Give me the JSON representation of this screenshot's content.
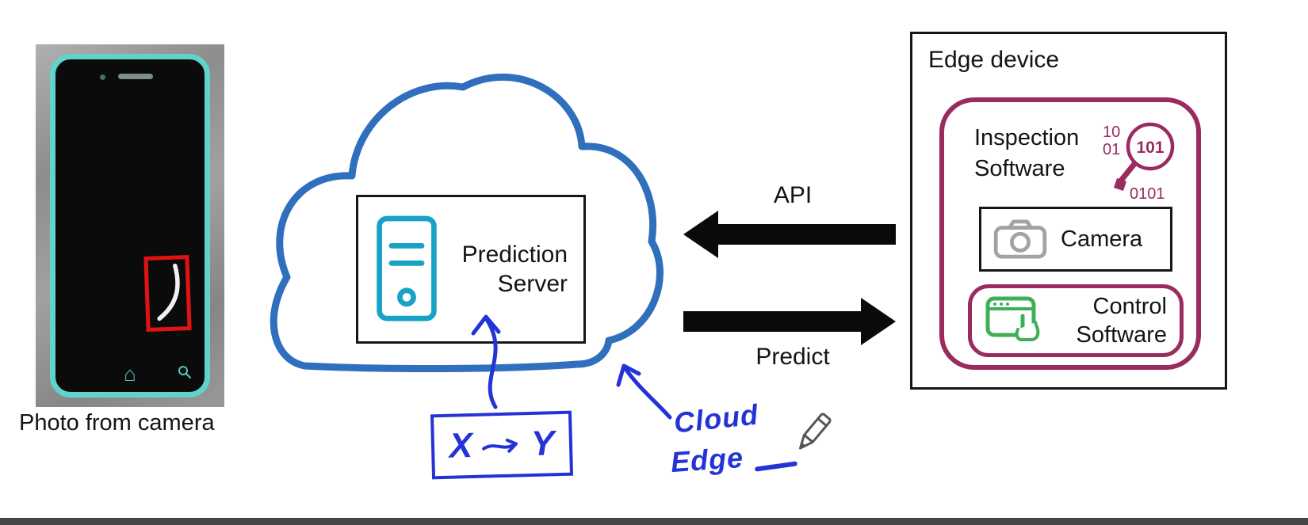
{
  "photo": {
    "caption": "Photo from camera"
  },
  "cloud": {
    "server_line1": "Prediction",
    "server_line2": "Server"
  },
  "arrows": {
    "api": "API",
    "predict": "Predict"
  },
  "edge": {
    "title": "Edge device",
    "inspection": {
      "line1": "Inspection",
      "line2": "Software",
      "binary": {
        "b10": "10",
        "b01": "01",
        "b101": "101",
        "b0101": "0101"
      }
    },
    "camera": "Camera",
    "control": {
      "line1": "Control",
      "line2": "Software"
    }
  },
  "handwritten": {
    "x": "X",
    "y": "Y",
    "cloud": "Cloud",
    "edge": "Edge"
  },
  "colors": {
    "cloud_blue": "#2f6fbd",
    "server_cyan": "#17a3c6",
    "maroon": "#9a2b5f",
    "green": "#3fae5a",
    "ink_blue": "#2433d6",
    "phone_teal": "#5fd4cb",
    "scratch_red": "#e01212",
    "camera_gray": "#a3a3a3",
    "arrow_black": "#0a0a0a"
  }
}
